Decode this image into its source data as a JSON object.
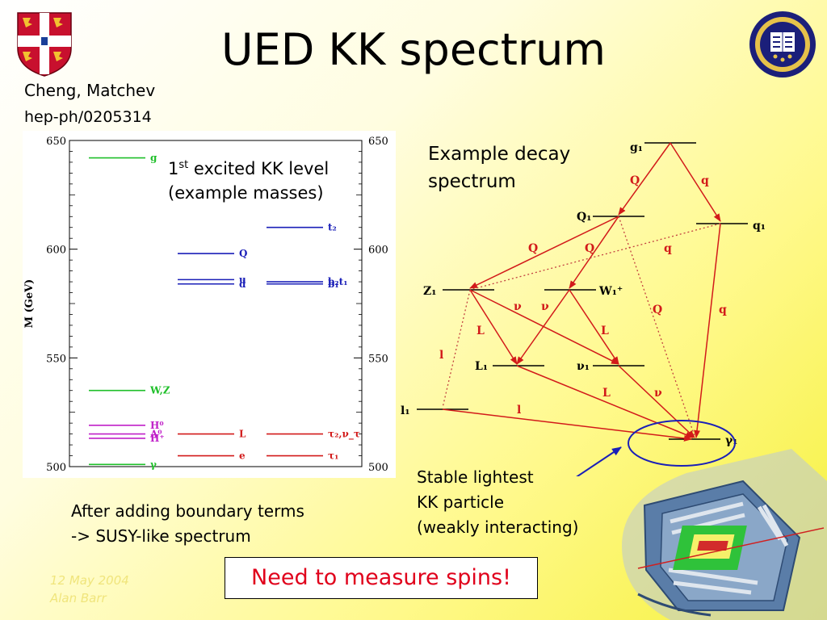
{
  "slide": {
    "title": "UED KK spectrum",
    "authors": "Cheng, Matchev",
    "arxiv": "hep-ph/0205314",
    "excited_level": {
      "prefix": "1",
      "sup": "st",
      "suffix": " excited KK level",
      "line2": "(example masses)"
    },
    "example_decay": [
      "Example decay",
      "spectrum"
    ],
    "stable": [
      "Stable lightest",
      "KK particle",
      "(weakly interacting)"
    ],
    "after": [
      "After adding boundary terms",
      "-> SUSY-like spectrum"
    ],
    "spins": "Need to measure spins!",
    "date": "12 May 2004",
    "author": "Alan Barr"
  },
  "logos": {
    "cambridge": "cambridge-crest",
    "oxford": "oxford-seal"
  },
  "colors": {
    "green": "#1fbf2a",
    "magenta": "#c020c8",
    "blue": "#1a1fb8",
    "red": "#d21a1a",
    "spins_red": "#e0001b"
  },
  "chart_data": {
    "type": "level_diagram",
    "ylabel": "M (GeV)",
    "ylim": [
      500,
      650
    ],
    "yticks": [
      500,
      550,
      600,
      650
    ],
    "columns": [
      {
        "levels": [
          {
            "label": "g",
            "mass": 642,
            "color": "#1fbf2a"
          },
          {
            "label": "W,Z",
            "mass": 535,
            "color": "#1fbf2a"
          },
          {
            "label": "H⁰",
            "mass": 519,
            "color": "#c020c8"
          },
          {
            "label": "A⁰",
            "mass": 515,
            "color": "#c020c8"
          },
          {
            "label": "H⁺",
            "mass": 513,
            "color": "#c020c8"
          },
          {
            "label": "γ",
            "mass": 501,
            "color": "#1fbf2a"
          }
        ]
      },
      {
        "levels": [
          {
            "label": "Q",
            "mass": 598,
            "color": "#1a1fb8"
          },
          {
            "label": "u",
            "mass": 586,
            "color": "#1a1fb8"
          },
          {
            "label": "d",
            "mass": 584,
            "color": "#1a1fb8"
          },
          {
            "label": "L",
            "mass": 515,
            "color": "#d21a1a"
          },
          {
            "label": "e",
            "mass": 505,
            "color": "#d21a1a"
          }
        ]
      },
      {
        "levels": [
          {
            "label": "t₂",
            "mass": 610,
            "color": "#1a1fb8"
          },
          {
            "label": "b₂t₁",
            "mass": 585,
            "color": "#1a1fb8"
          },
          {
            "label": "b₁",
            "mass": 584,
            "color": "#1a1fb8"
          },
          {
            "label": "τ₂,ν_τ",
            "mass": 515,
            "color": "#d21a1a"
          },
          {
            "label": "τ₁",
            "mass": 505,
            "color": "#d21a1a"
          }
        ]
      }
    ]
  },
  "decay": {
    "levels": [
      "g1",
      "Q1",
      "q1",
      "Z1",
      "W1+",
      "L1",
      "ν1",
      "l1",
      "γ1"
    ],
    "level_labels": {
      "g1": "g₁",
      "Q1": "Q₁",
      "q1": "q₁",
      "Z1": "Z₁",
      "W1": "W₁⁺",
      "L1": "L₁",
      "nu1": "ν₁",
      "l1": "l₁",
      "gamma1": "γ₁"
    },
    "edge_labels": [
      "Q",
      "q",
      "Q",
      "Q",
      "q",
      "ν",
      "ν",
      "L",
      "L",
      "Q",
      "q",
      "l",
      "L",
      "ν",
      "l"
    ]
  }
}
